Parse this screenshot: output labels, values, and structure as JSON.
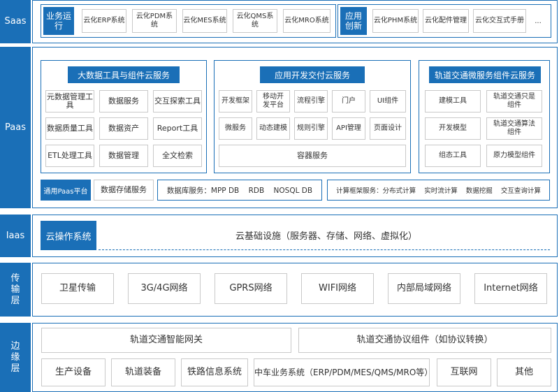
{
  "saas": {
    "side": "Saas",
    "ops_label": "业务运行",
    "ops_items": [
      "云化ERP系统",
      "云化PDM系统",
      "云化MES系统",
      "云化QMS系统",
      "云化MRO系统"
    ],
    "inno_label": "应用创新",
    "inno_items": [
      "云化PHM系统",
      "云化配件管理",
      "云化交互式手册",
      "..."
    ]
  },
  "paas": {
    "side": "Paas",
    "bigdata": {
      "title": "大数据工具与组件云服务",
      "items": [
        "元数据管理工具",
        "数据服务",
        "交互探索工具",
        "数据质量工具",
        "数据资产",
        "Report工具",
        "ETL处理工具",
        "数据管理",
        "全文检索"
      ]
    },
    "appdev": {
      "title": "应用开发交付云服务",
      "items": [
        "开发框架",
        "移动开发平台",
        "流程引擎",
        "门户",
        "UI组件",
        "微服务",
        "动态建模",
        "规则引擎",
        "API管理",
        "页面设计"
      ],
      "container": "容器服务"
    },
    "rail": {
      "title": "轨道交通微服务组件云服务",
      "items": [
        "建模工具",
        "轨道交通只是组件",
        "开发模型",
        "轨道交通算法组件",
        "组态工具",
        "原力模型组件"
      ]
    },
    "platform": "通用Paas平台",
    "storage": "数据存储服务",
    "db": "数据库服务：MPP DB    RDB    NOSQL DB",
    "compute": "计算框架服务：分布式计算    实时流计算    数据挖掘    交互查询计算"
  },
  "iaas": {
    "side": "Iaas",
    "os": "云操作系统",
    "infra": "云基础设施（服务器、存储、网络、虚拟化）"
  },
  "transport": {
    "side": "传输层",
    "items": [
      "卫星传输",
      "3G/4G网络",
      "GPRS网络",
      "WIFI网络",
      "内部局域网络",
      "Internet网络"
    ]
  },
  "edge": {
    "side": "边缘层",
    "gateway": "轨道交通智能网关",
    "protocol": "轨道交通协议组件（如协议转换）",
    "items": [
      "生产设备",
      "轨道装备",
      "铁路信息系统",
      "中车业务系统（ERP/PDM/MES/QMS/MRO等）",
      "互联网",
      "其他"
    ]
  }
}
